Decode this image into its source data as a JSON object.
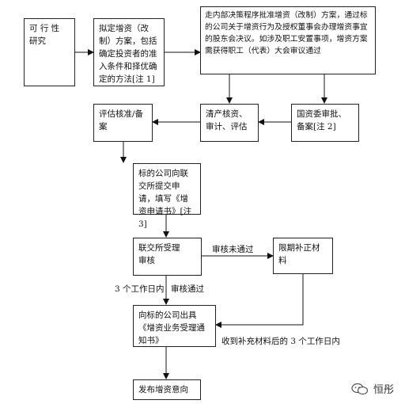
{
  "nodes": {
    "feasibility": "可 行 性\n研究",
    "draft_plan": "拟定增资（改制）方案，包括确定投资者的准入条件和择优确定的方法[注 1]",
    "internal_decision": "走内部决策程序批准增资（改制）方案，通过标的公司关于增资行为及授权董事会办理增资事宜的股东会决议。如涉及职工安置事项，增资方案需获得职工（代表）大会审议通过",
    "valuation_filing": "评估核准/备\n案",
    "asset_audit": "清产核资、\n审计、评估",
    "sasac_approval": "国资委审批、\n备案[注 2]",
    "submit_application": "标的公司向联交所提交申请，填写《增资申请书》[注 3]",
    "exchange_review": "联交所受理\n审核",
    "supplement": "限期补正材\n料",
    "issue_notice": "向标的公司出具《增资业务受理通知书》",
    "announce": "发布增资意向"
  },
  "edge_labels": {
    "review_failed": "审核未通过",
    "within_3_days": "3 个工作日内",
    "review_passed": "审核通过",
    "after_supplement": "收到补充材料后的 3 个工作日内"
  },
  "watermark": {
    "text": "恒彤",
    "icon": "wechat-icon"
  }
}
